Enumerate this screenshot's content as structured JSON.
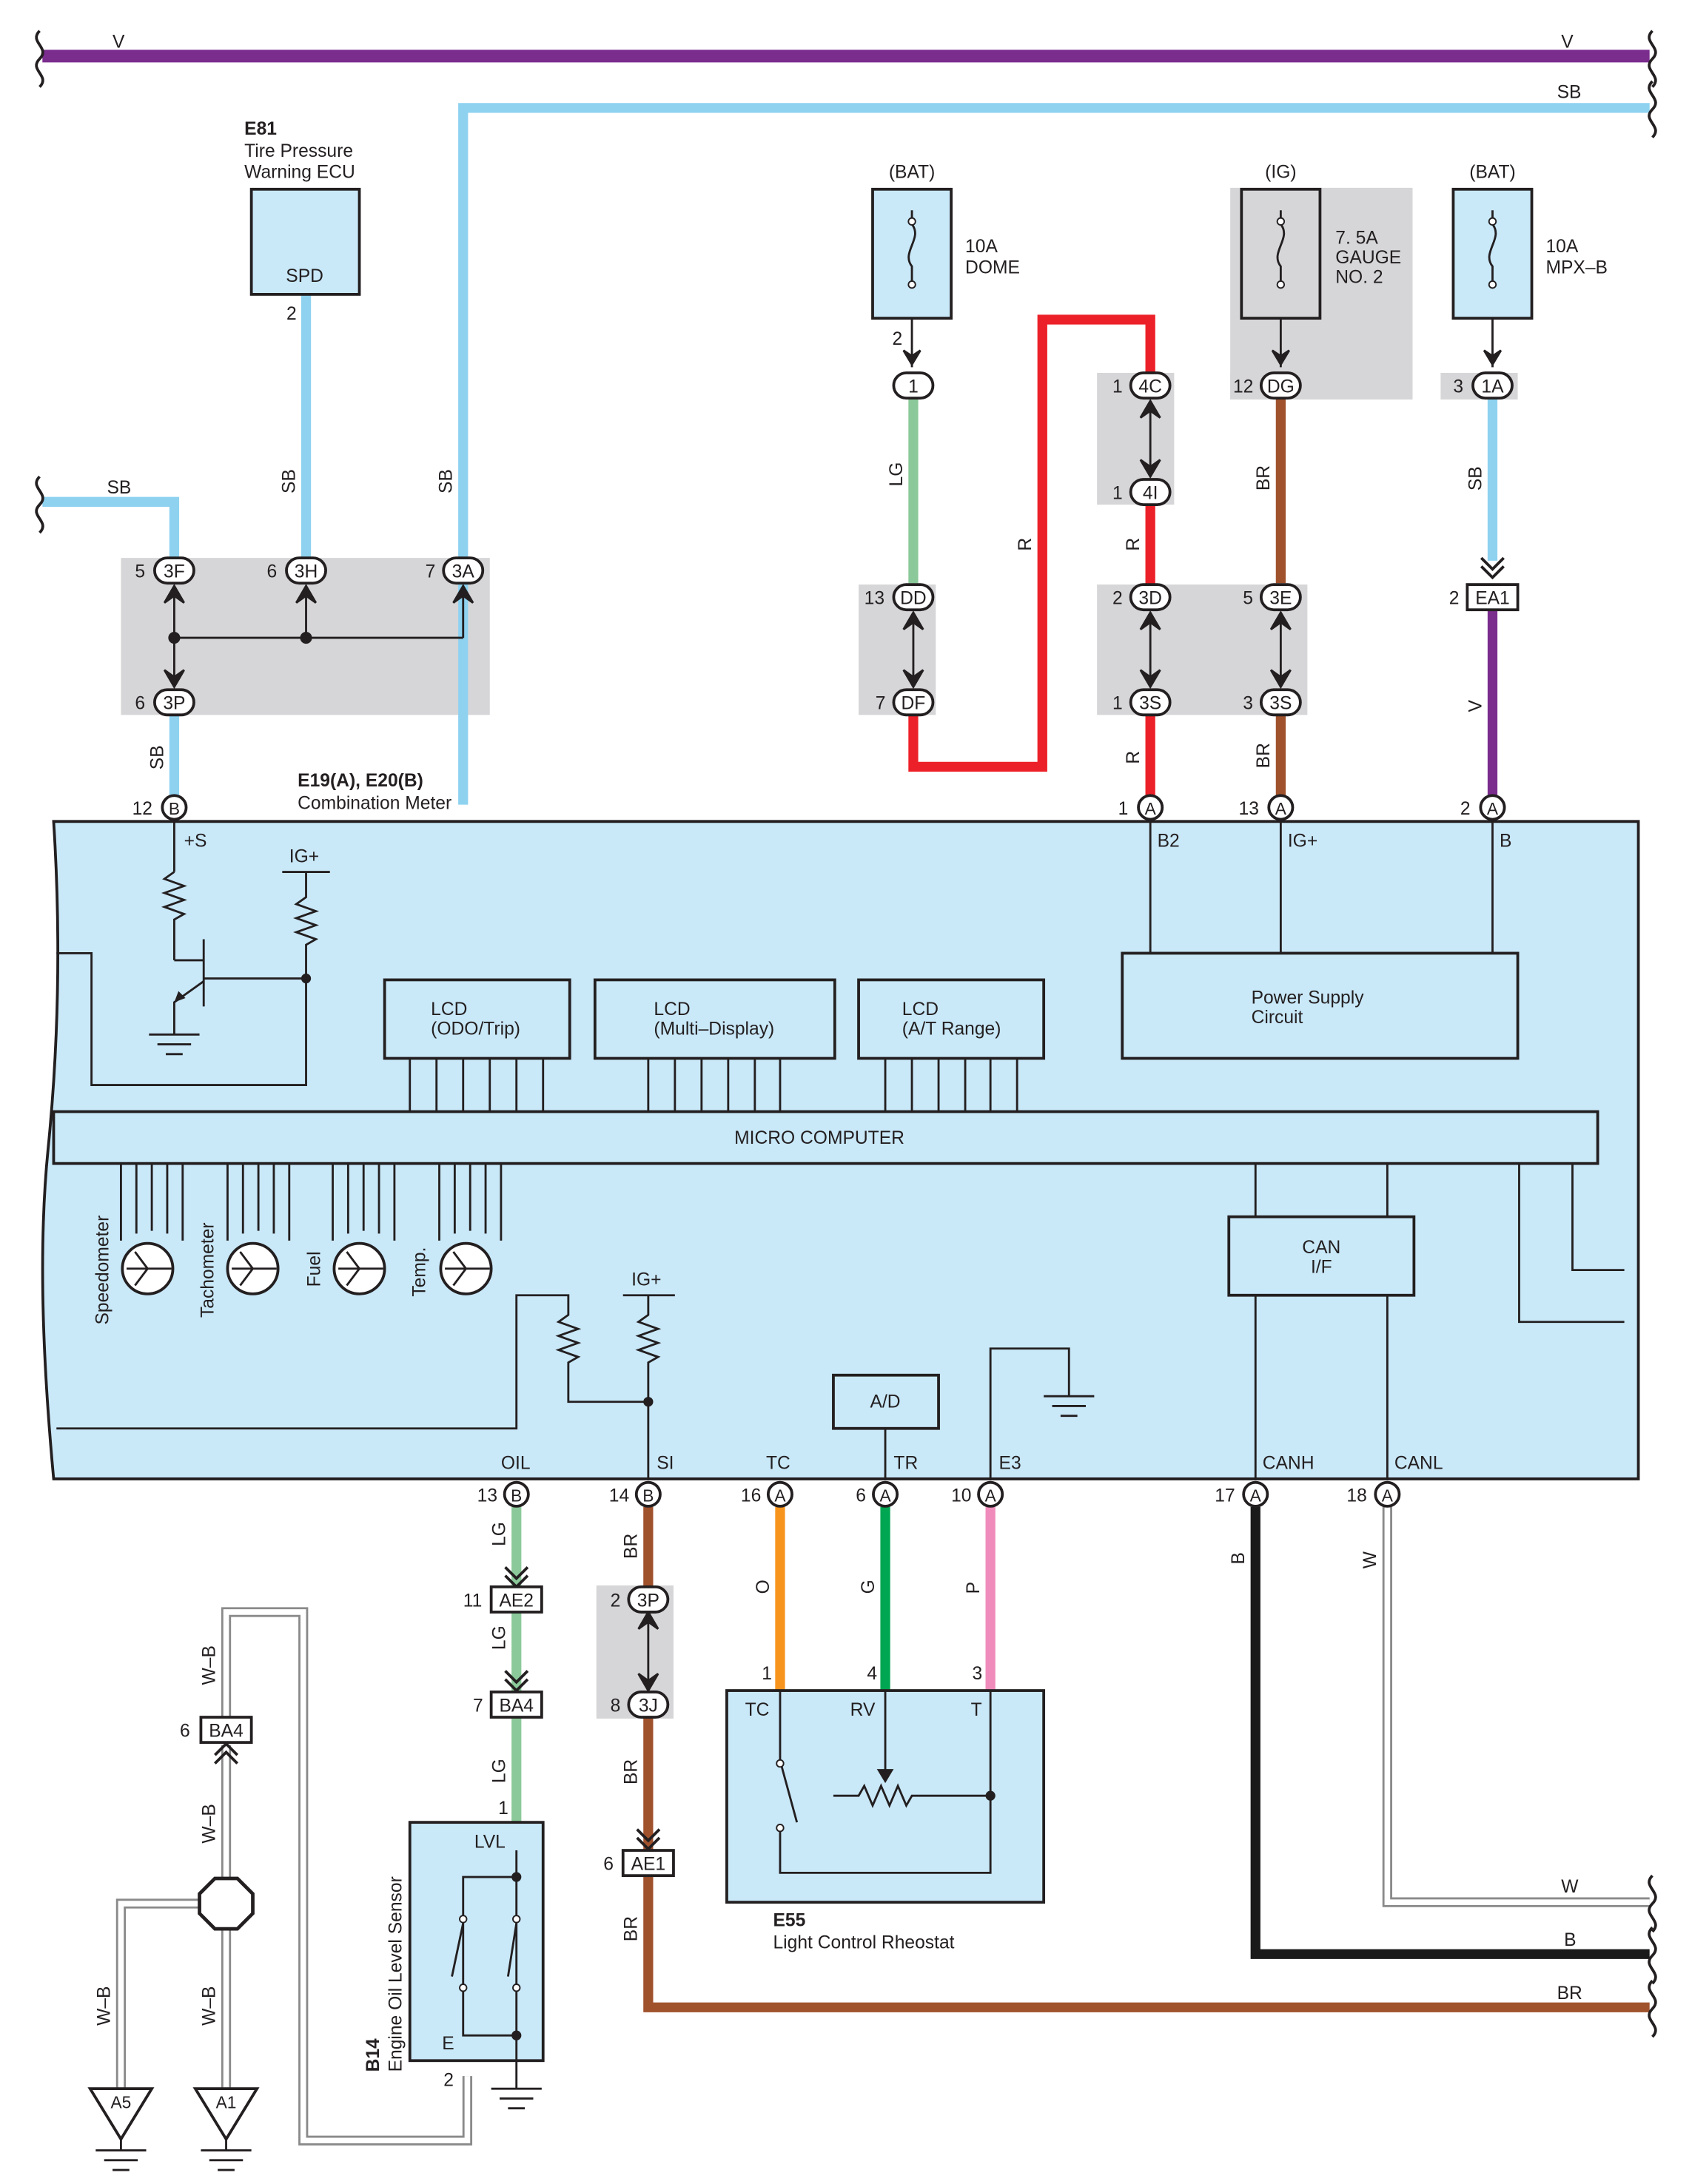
{
  "colors": {
    "V": "#7b2d8e",
    "SB": "#8ed2f0",
    "R": "#ec2028",
    "LG": "#8bc99a",
    "BR": "#a0522d",
    "O": "#f7941d",
    "G": "#00a651",
    "P": "#f08cbb",
    "B": "#1a1a1a",
    "W": "#ffffff",
    "WB": "#ffffff",
    "box": "#c9e8f8",
    "gray": "#d6d6d8",
    "line": "#231f20"
  },
  "wires": {
    "v": "V",
    "sb": "SB",
    "r": "R",
    "lg": "LG",
    "br": "BR",
    "o": "O",
    "g": "G",
    "p": "P",
    "b": "B",
    "w": "W",
    "wb": "W–B"
  },
  "components": {
    "e81": {
      "id": "E81",
      "name_l1": "Tire Pressure",
      "name_l2": "Warning ECU",
      "pin_label": "SPD",
      "pin": "2"
    },
    "meter": {
      "id": "E19(A), E20(B)",
      "name": "Combination Meter"
    },
    "e55": {
      "id": "E55",
      "name": "Light Control Rheostat"
    },
    "b14": {
      "id": "B14",
      "name": "Engine Oil Level Sensor"
    }
  },
  "fuses": {
    "dome": {
      "source": "(BAT)",
      "rating": "10A",
      "name": "DOME",
      "pin": "2"
    },
    "gauge": {
      "source": "(IG)",
      "rating": "7. 5A",
      "name_l1": "GAUGE",
      "name_l2": "NO. 2",
      "pin": "12"
    },
    "mpx": {
      "source": "(BAT)",
      "rating": "10A",
      "name": "MPX–B",
      "pin": "3"
    }
  },
  "connectors": {
    "c1": "1",
    "c4C": "4C",
    "c4I": "4I",
    "cDG": "DG",
    "c1A": "1A",
    "c3F": "3F",
    "c3H": "3H",
    "c3A": "3A",
    "c3P": "3P",
    "cDD": "DD",
    "cDF": "DF",
    "c3D": "3D",
    "c3E": "3E",
    "c3S": "3S",
    "cEA1": "EA1",
    "cAE2": "AE2",
    "cBA4": "BA4",
    "cAE1": "AE1",
    "c3J": "3J",
    "cA": "A",
    "cB": "B",
    "cA5": "A5",
    "cA1": "A1"
  },
  "pins": {
    "p1": "1",
    "p2": "2",
    "p3": "3",
    "p4": "4",
    "p5": "5",
    "p6": "6",
    "p7": "7",
    "p8": "8",
    "p10": "10",
    "p11": "11",
    "p12": "12",
    "p13": "13",
    "p14": "14",
    "p16": "16",
    "p17": "17",
    "p18": "18"
  },
  "meter_internal": {
    "plus_s": "+S",
    "ig_plus": "IG+",
    "b2": "B2",
    "b": "B",
    "power_l1": "Power Supply",
    "power_l2": "Circuit",
    "lcd1_l1": "LCD",
    "lcd1_l2": "(ODO/Trip)",
    "lcd2_l1": "LCD",
    "lcd2_l2": "(Multi–Display)",
    "lcd3_l1": "LCD",
    "lcd3_l2": "(A/T Range)",
    "micro": "MICRO COMPUTER",
    "gauges": [
      "Speedometer",
      "Tachometer",
      "Fuel",
      "Temp."
    ],
    "can_l1": "CAN",
    "can_l2": "I/F",
    "ad": "A/D",
    "oil": "OIL",
    "si": "SI",
    "tc": "TC",
    "tr": "TR",
    "e3": "E3",
    "canh": "CANH",
    "canl": "CANL"
  },
  "rheostat": {
    "tc": "TC",
    "rv": "RV",
    "t": "T"
  },
  "sensor": {
    "lvl": "LVL",
    "e": "E"
  }
}
